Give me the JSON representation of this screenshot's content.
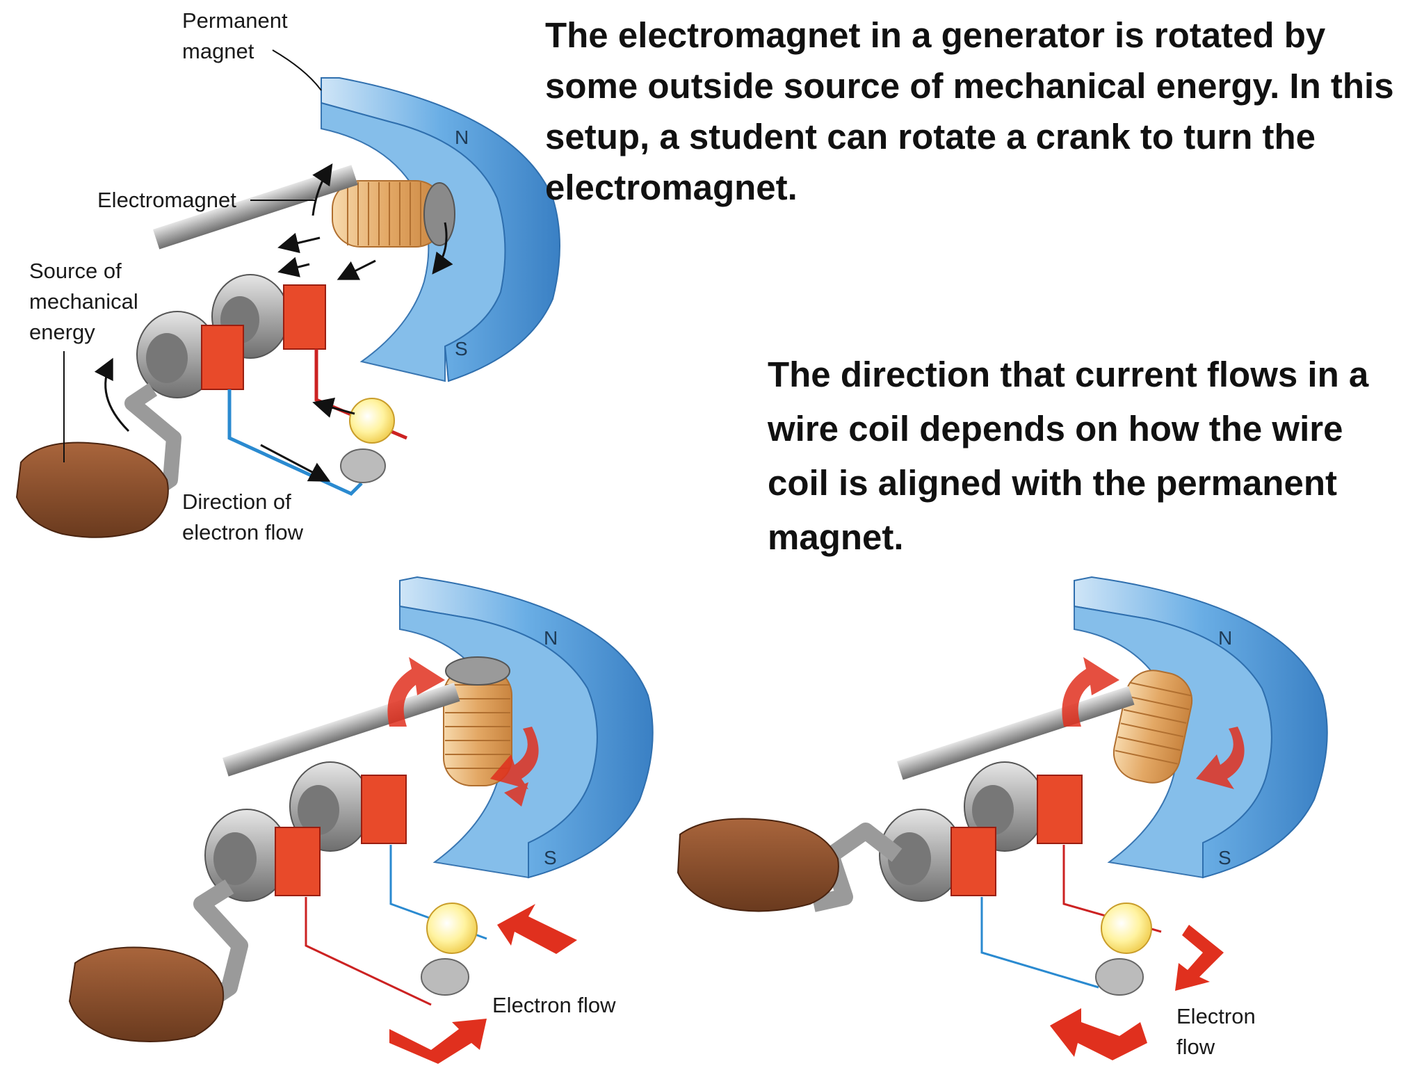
{
  "descriptions": {
    "top": "The electromagnet in a generator is rotated by some outside source of mechanical energy. In this setup, a student can rotate a crank to turn the electromagnet.",
    "middle": "The direction that current flows in a wire coil depends on how the wire coil is aligned with the permanent magnet."
  },
  "labels": {
    "permanent_magnet_line1": "Permanent",
    "permanent_magnet_line2": "magnet",
    "electromagnet": "Electromagnet",
    "source_line1": "Source of",
    "source_line2": "mechanical",
    "source_line3": "energy",
    "direction_line1": "Direction of",
    "direction_line2": "electron flow",
    "electron_flow_left": "Electron flow",
    "electron_flow_right_line1": "Electron",
    "electron_flow_right_line2": "flow"
  },
  "poles": {
    "north": "N",
    "south": "S"
  },
  "colors": {
    "magnet": "#5fa3dd",
    "magnet_dark": "#3a7fc0",
    "coil": "#e8b070",
    "brush": "#e84a2a",
    "ring": "#9a9a9a",
    "wire_red": "#cc2222",
    "wire_blue": "#2a8ad0",
    "arrow_red": "#e0301e",
    "hand": "#8a5030",
    "bulb": "#fff3a0"
  }
}
